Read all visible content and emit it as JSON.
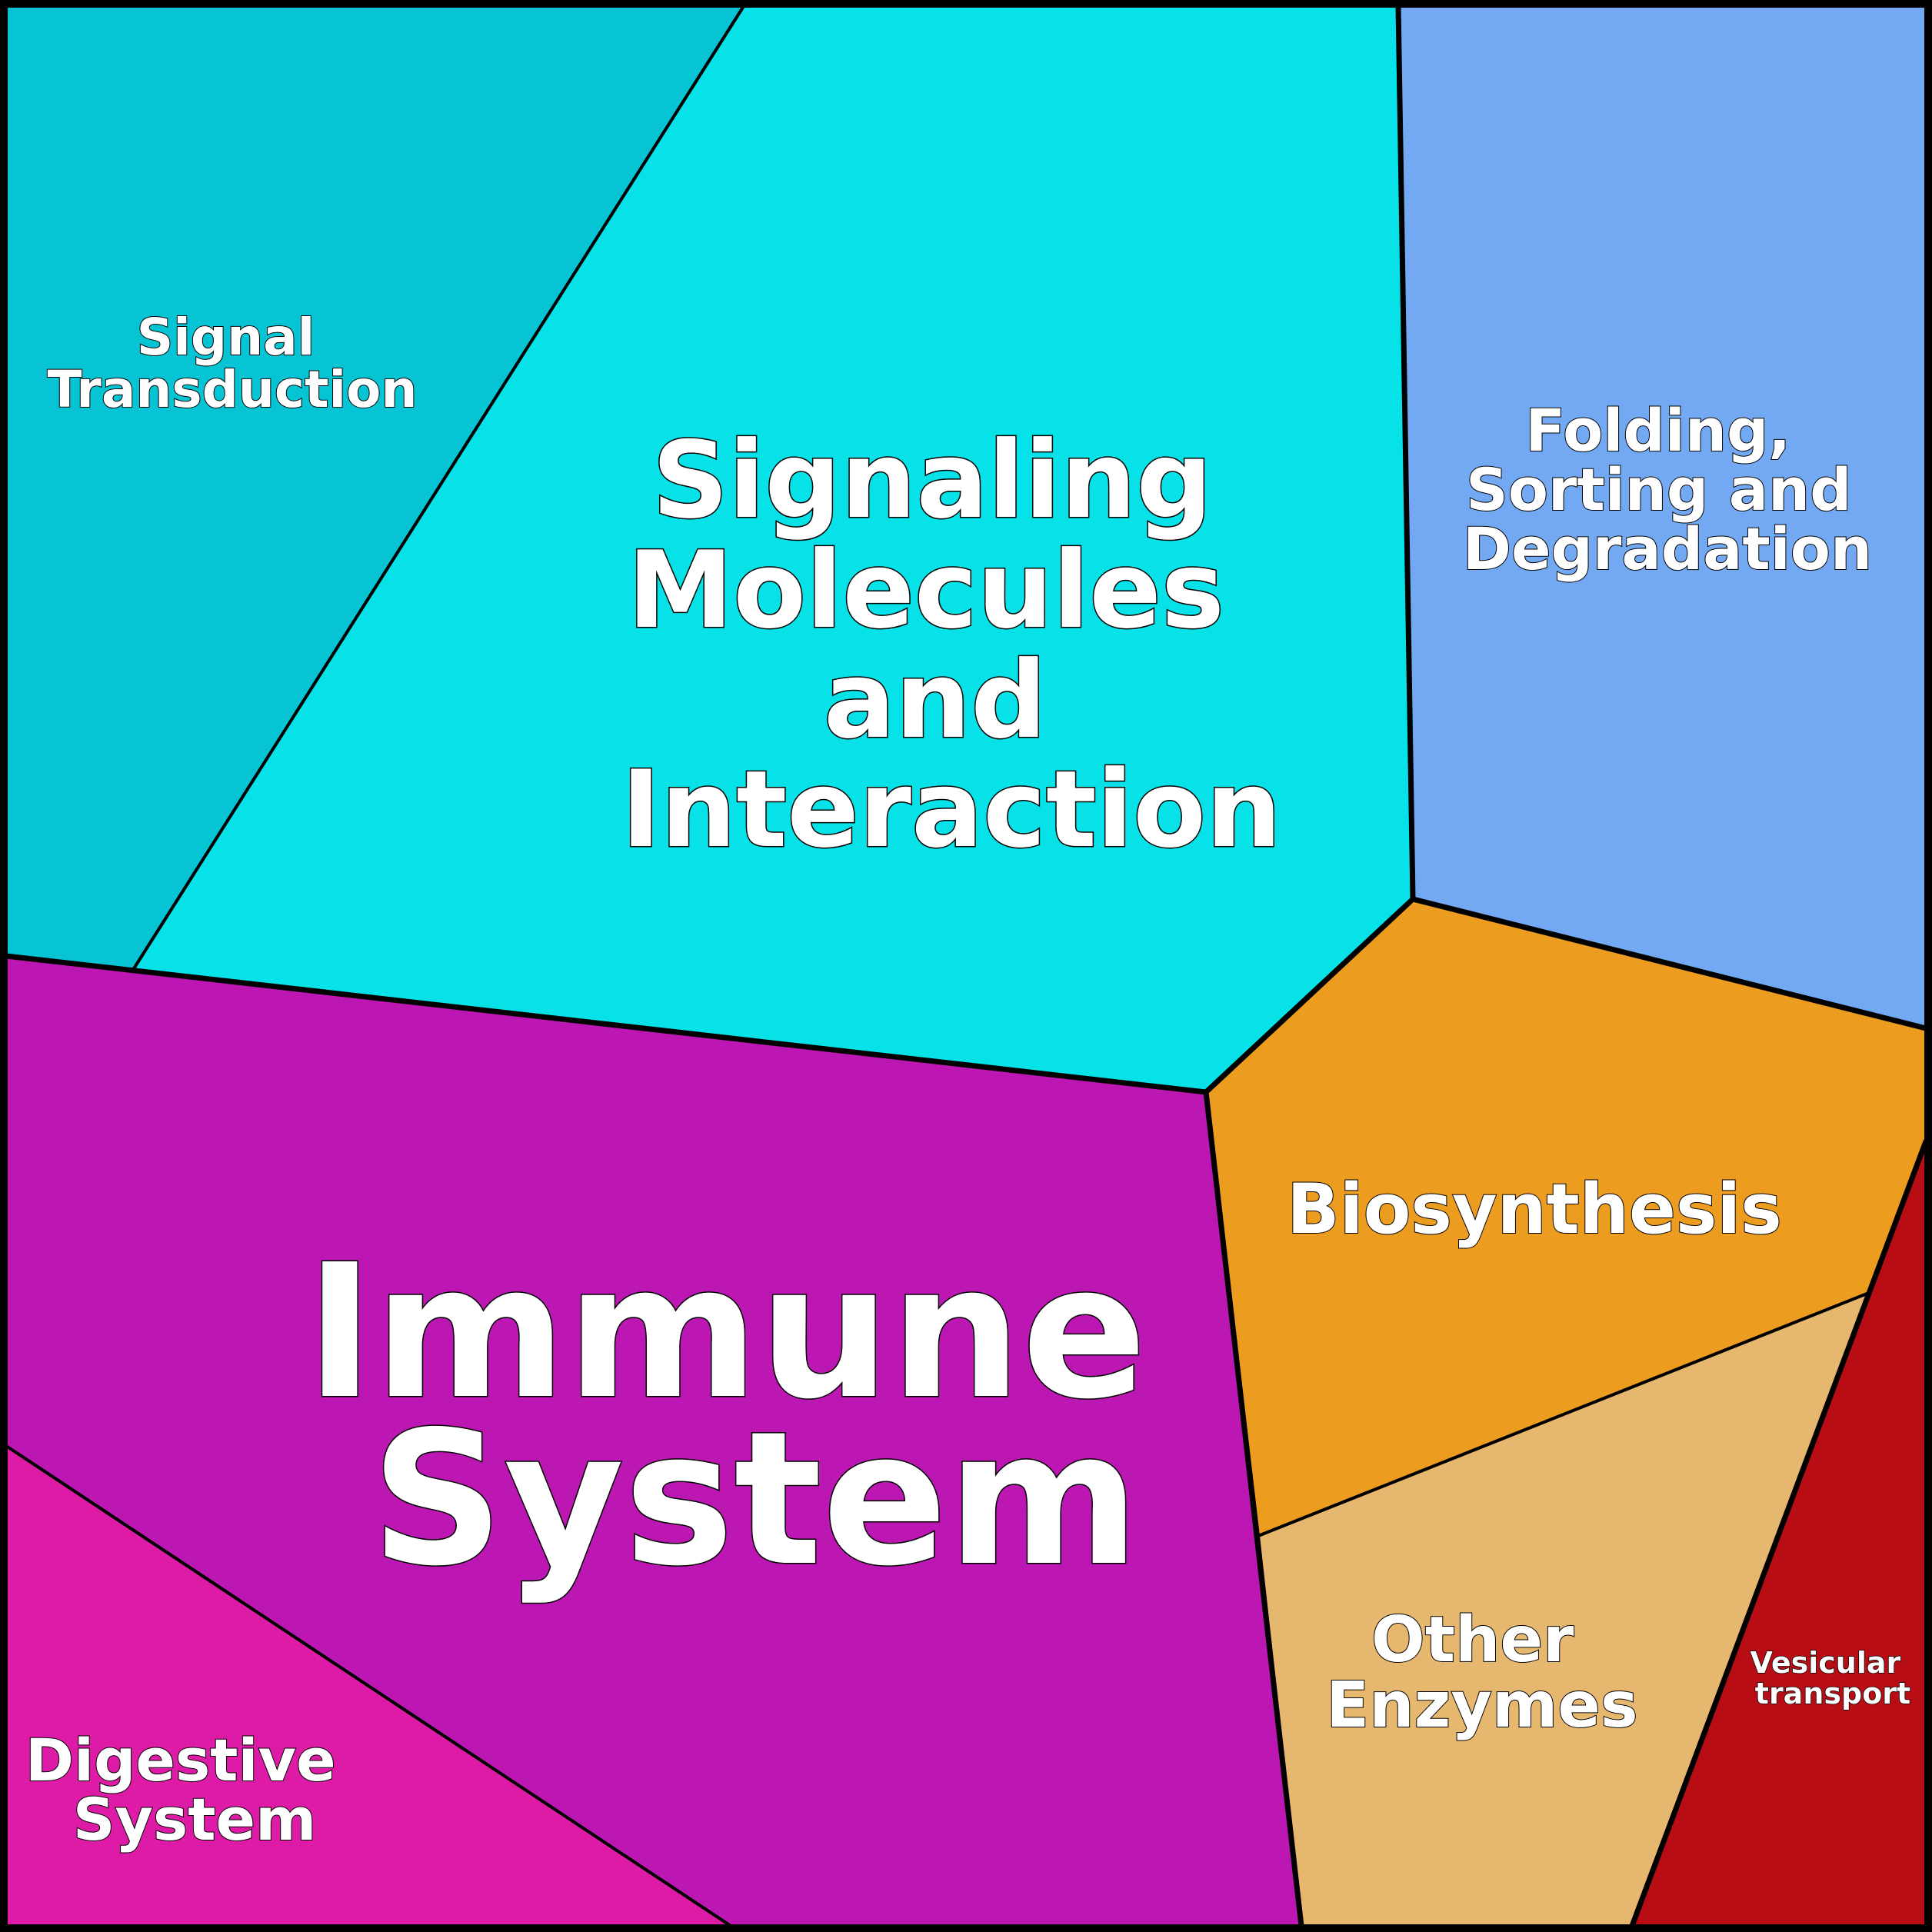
{
  "diagram": {
    "type": "voronoi-treemap",
    "cells": [
      {
        "id": "signal-transduction",
        "label_lines": [
          "Signal",
          "Transduction"
        ],
        "color": "#06C4D4"
      },
      {
        "id": "signaling-molecules",
        "label_lines": [
          "Signaling",
          "Molecules",
          "and",
          "Interaction"
        ],
        "color": "#06E2E8"
      },
      {
        "id": "folding-sorting",
        "label_lines": [
          "Folding,",
          "Sorting and",
          "Degradation"
        ],
        "color": "#73A9F3"
      },
      {
        "id": "immune-system",
        "label_lines": [
          "Immune",
          "System"
        ],
        "color": "#BD17B3"
      },
      {
        "id": "digestive-system",
        "label_lines": [
          "Digestive",
          "System"
        ],
        "color": "#DE1BA6"
      },
      {
        "id": "biosynthesis",
        "label_lines": [
          "Biosynthesis"
        ],
        "color": "#EC9C1F"
      },
      {
        "id": "other-enzymes",
        "label_lines": [
          "Other",
          "Enzymes"
        ],
        "color": "#E5B76F"
      },
      {
        "id": "vesicular-transport",
        "label_lines": [
          "Vesicular",
          "transport"
        ],
        "color": "#B90D16"
      }
    ]
  }
}
